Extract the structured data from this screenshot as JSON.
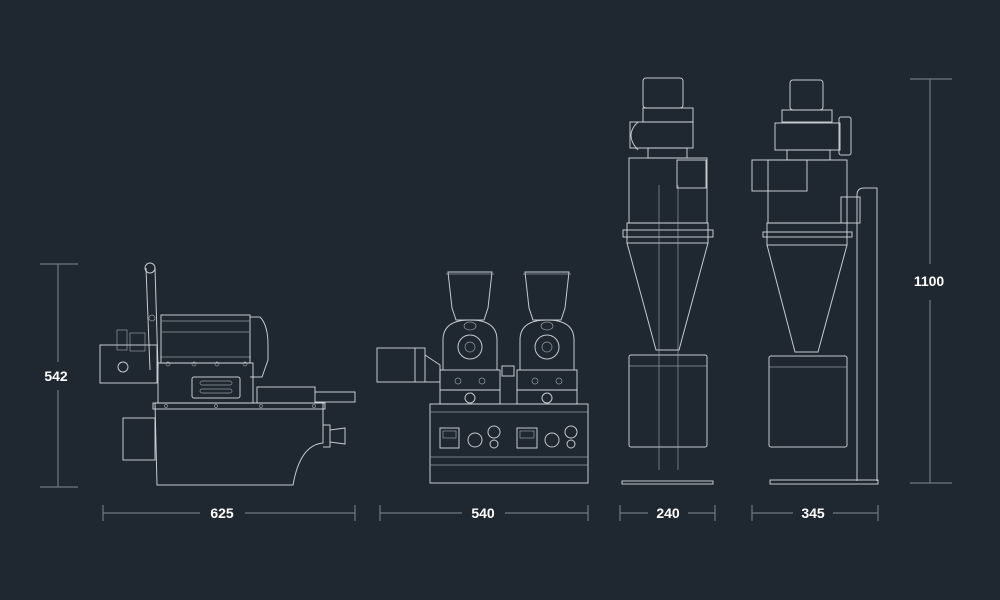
{
  "dimensions": {
    "roaster_height": "542",
    "roaster_width": "625",
    "grinder_width": "540",
    "cyclone_front_width": "240",
    "cyclone_side_width": "345",
    "cyclone_height": "1100"
  },
  "colors": {
    "background": "#1f2730",
    "line": "#d6dbe0",
    "dimension_line": "#6f7881",
    "label": "#ffffff"
  }
}
